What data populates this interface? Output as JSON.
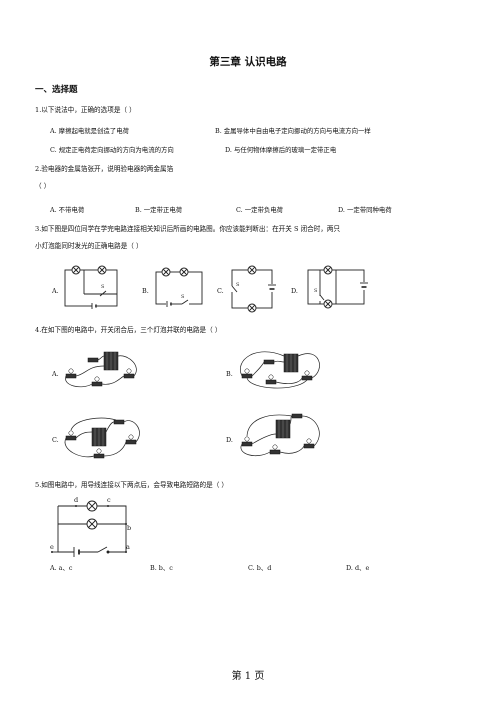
{
  "title": "第三章  认识电路",
  "section": "一、选择题",
  "q1": {
    "stem": "1.以下说法中，正确的选项是（    ）",
    "options": [
      "A. 摩擦起电就是创造了电荷",
      "B. 金属导体中自由电子定向挪动的方向与电流方向一样",
      "C. 规定正电荷定向挪动的方向为电流的方向",
      "D. 与任何物体摩擦后的玻璃一定带正电"
    ]
  },
  "q2": {
    "stem": "2.验电器的金属箔张开，说明验电器的两金属箔",
    "paren": "（    ）",
    "options": [
      "A. 不带电荷",
      "B. 一定带正电荷",
      "C. 一定带负电荷",
      "D. 一定带同种电荷"
    ]
  },
  "q3": {
    "stem1": "3.如下图是四位同学在学完电路连接相关知识后所画的电路图。你应该能判断出：在开关 S 闭合时，两只",
    "stem2": "小灯泡能同时发光的正确电路是（    ）",
    "labels": [
      "A.",
      "B.",
      "C.",
      "D."
    ],
    "switch_label": "S"
  },
  "q4": {
    "stem": "4.在如下图的电路中，开关闭合后，三个灯泡并联的电路是（    ）",
    "labels": [
      "A.",
      "B.",
      "C.",
      "D."
    ]
  },
  "q5": {
    "stem": "5.如图电路中，用导线连接以下两点后，会导致电路短路的是（    ）",
    "points": [
      "d",
      "c",
      "b",
      "e",
      "a"
    ],
    "options": [
      "A. a、c",
      "B. b、c",
      "C. b、d",
      "D. d、e"
    ]
  },
  "footer": "第  1  页"
}
